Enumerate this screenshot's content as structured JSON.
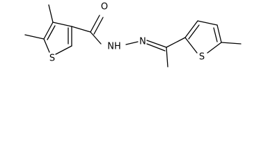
{
  "molecule": {
    "atoms": {
      "oxygen": "O",
      "sulfur_left_ring": "S",
      "sulfur_right_ring": "S",
      "hydrazone_nh": "NH",
      "hydrazone_n": "N"
    },
    "colors": {
      "bond": "#000000",
      "label": "#000000",
      "background": "#ffffff"
    }
  }
}
